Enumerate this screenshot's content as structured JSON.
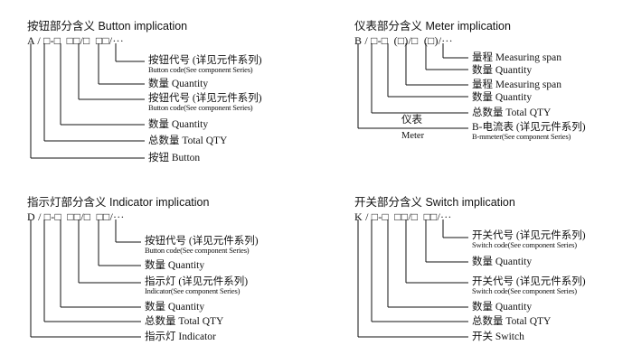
{
  "button": {
    "title": "按钮部分含义 Button implication",
    "code": "A / □-□  □□/□  □□/···",
    "labels": [
      {
        "main": "按钮代号 (详见元件系列)",
        "sub": "Button code(See component Series)"
      },
      {
        "main": "数量 Quantity"
      },
      {
        "main": "按钮代号 (详见元件系列)",
        "sub": "Button code(See component Series)"
      },
      {
        "main": "数量 Quantity"
      },
      {
        "main": "总数量 Total QTY"
      },
      {
        "main": "按钮 Button"
      }
    ]
  },
  "meter": {
    "title": "仪表部分含义 Meter implication",
    "code": "B / □-□  (□)/□  (□)/···",
    "labels": [
      {
        "main": "量程 Measuring span"
      },
      {
        "main": "数量 Quantity"
      },
      {
        "main": "量程 Measuring span"
      },
      {
        "main": "数量 Quantity"
      },
      {
        "main": "总数量 Total QTY"
      },
      {
        "main": "B-电流表 (详见元件系列)",
        "sub": "B-mmeter(See component Series)"
      }
    ],
    "meter_cn": "仪表",
    "meter_en": "Meter"
  },
  "indicator": {
    "title": "指示灯部分含义 Indicator implication",
    "code": "D / □-□  □□/□  □□/···",
    "labels": [
      {
        "main": "按钮代号 (详见元件系列)",
        "sub": "Button code(See component Series)"
      },
      {
        "main": "数量 Quantity"
      },
      {
        "main": "指示灯 (详见元件系列)",
        "sub": "Indicator(See component Series)"
      },
      {
        "main": "数量 Quantity"
      },
      {
        "main": "总数量 Total QTY"
      },
      {
        "main": "指示灯 Indicator"
      }
    ]
  },
  "switch": {
    "title": "开关部分含义 Switch implication",
    "code": "K / □-□  □□/□  □□/···",
    "labels": [
      {
        "main": "开关代号 (详见元件系列)",
        "sub": "Switch code(See component Series)"
      },
      {
        "main": "数量 Quantity"
      },
      {
        "main": "开关代号 (详见元件系列)",
        "sub": "Switch code(See component Series)"
      },
      {
        "main": "数量 Quantity"
      },
      {
        "main": "总数量 Total QTY"
      },
      {
        "main": "开关 Switch"
      }
    ]
  }
}
